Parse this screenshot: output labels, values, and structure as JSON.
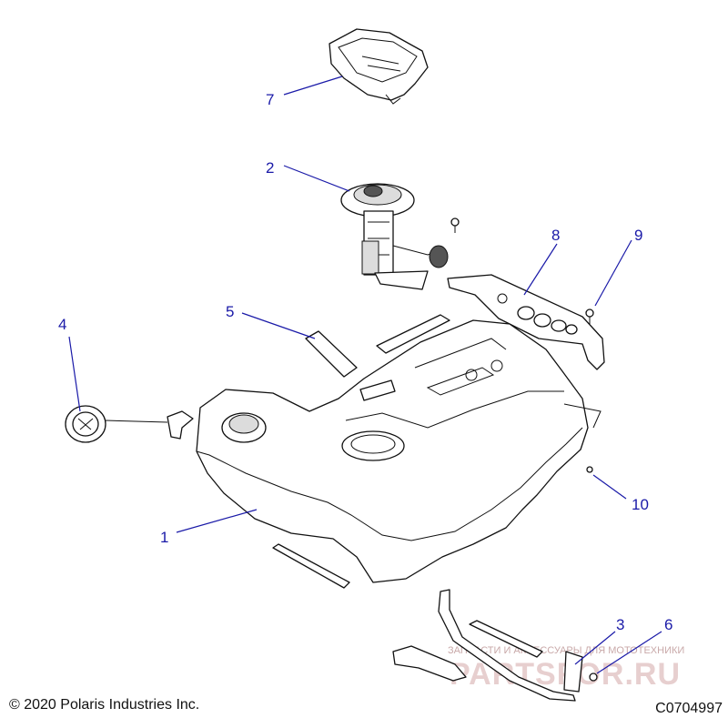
{
  "callouts": [
    "1",
    "2",
    "3",
    "4",
    "5",
    "6",
    "7",
    "8",
    "9",
    "10"
  ],
  "footer": {
    "copyright": "© 2020 Polaris Industries Inc.",
    "drawing_code": "C0704997"
  },
  "watermark": {
    "top_text": "ЗАПЧАСТИ И АКСЕССУАРЫ ДЛЯ МОТОТЕХНИКИ",
    "logo_text": "PARTSFOR.RU"
  },
  "colors": {
    "callout": "#1a1aa8",
    "line": "#111111"
  }
}
